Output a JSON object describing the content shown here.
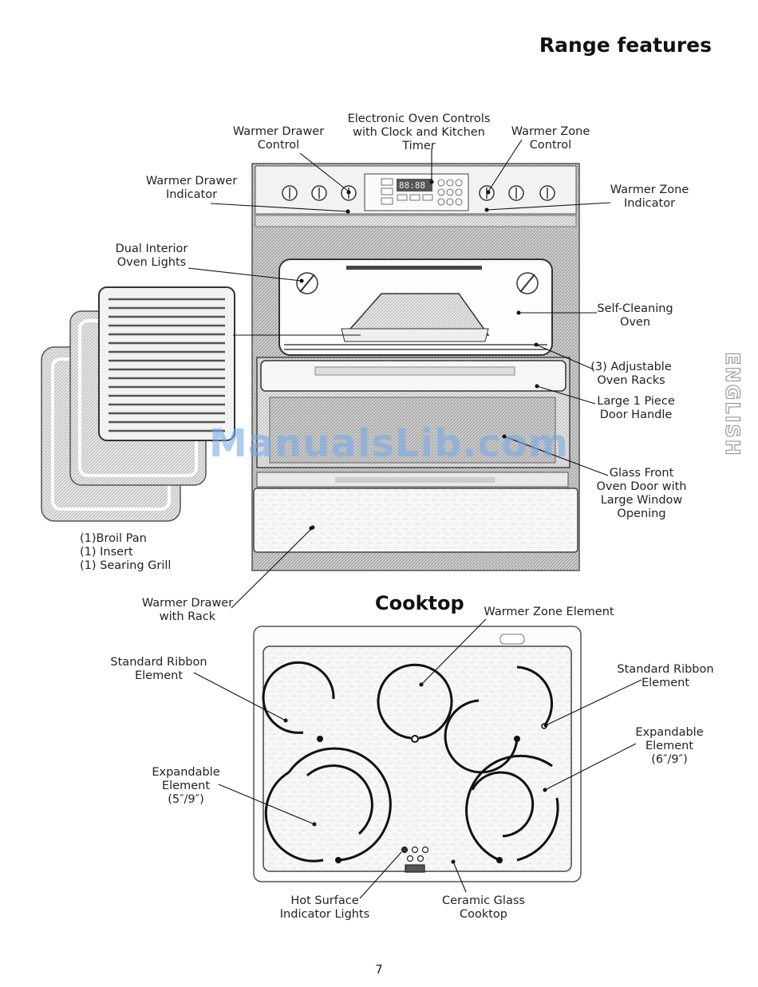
{
  "header": {
    "title": "Range features"
  },
  "side_tab": {
    "text": "ENGLISH"
  },
  "range": {
    "labels": {
      "electronic_controls": "Electronic Oven Controls\nwith Clock and Kitchen Timer",
      "warmer_drawer_control": "Warmer Drawer\nControl",
      "warmer_zone_control": "Warmer Zone\nControl",
      "warmer_drawer_indicator": "Warmer Drawer\nIndicator",
      "warmer_zone_indicator": "Warmer Zone\nIndicator",
      "dual_oven_lights": "Dual Interior\nOven Lights",
      "self_cleaning_oven": "Self-Cleaning\nOven",
      "adjustable_racks": "(3) Adjustable\nOven Racks",
      "door_handle": "Large 1 Piece\nDoor Handle",
      "glass_front_door": "Glass Front\nOven Door with\nLarge Window\nOpening",
      "broil_pan": "(1)Broil Pan\n(1) Insert\n(1) Searing Grill",
      "warmer_drawer": "Warmer Drawer\nwith Rack"
    },
    "display_readout": "88:88"
  },
  "cooktop": {
    "title": "Cooktop",
    "labels": {
      "warmer_zone_element": "Warmer Zone Element",
      "standard_ribbon_left": "Standard Ribbon\nElement",
      "standard_ribbon_right": "Standard Ribbon\nElement",
      "expandable_left": "Expandable\nElement\n(5″/9″)",
      "expandable_right": "Expandable\nElement\n(6″/9″)",
      "hot_surface_lights": "Hot Surface\nIndicator Lights",
      "ceramic_glass": "Ceramic Glass\nCooktop"
    }
  },
  "watermark": "ManualsLib.com",
  "footer": {
    "page_number": "7"
  }
}
